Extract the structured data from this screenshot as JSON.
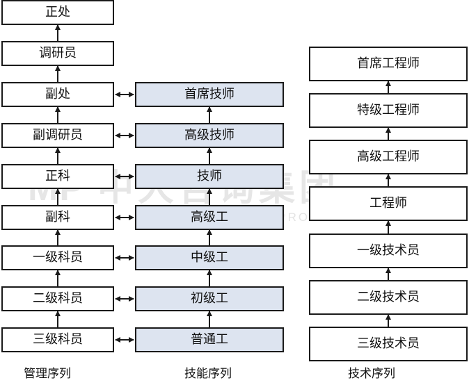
{
  "watermark": {
    "logo": "MP",
    "name": "中大咨询集团",
    "subtitle": "MANAGEMENT PROFESSIONAL GROUP"
  },
  "management": {
    "caption": "管理序列",
    "levels": [
      "正处",
      "调研员",
      "副处",
      "副调研员",
      "正科",
      "副科",
      "一级科员",
      "二级科员",
      "三级科员"
    ]
  },
  "skill": {
    "caption": "技能序列",
    "levels": [
      "首席技师",
      "高级技师",
      "技师",
      "高级工",
      "中级工",
      "初级工",
      "普通工"
    ]
  },
  "technical": {
    "caption": "技术序列",
    "levels": [
      "首席工程师",
      "特级工程师",
      "高级工程师",
      "工程师",
      "一级技术员",
      "二级技术员",
      "三级技术员"
    ]
  },
  "colors": {
    "border": "#1a1a1a",
    "skill_fill": "#dde4f0",
    "box_fill": "#ffffff",
    "watermark": "#e6e6e6"
  }
}
